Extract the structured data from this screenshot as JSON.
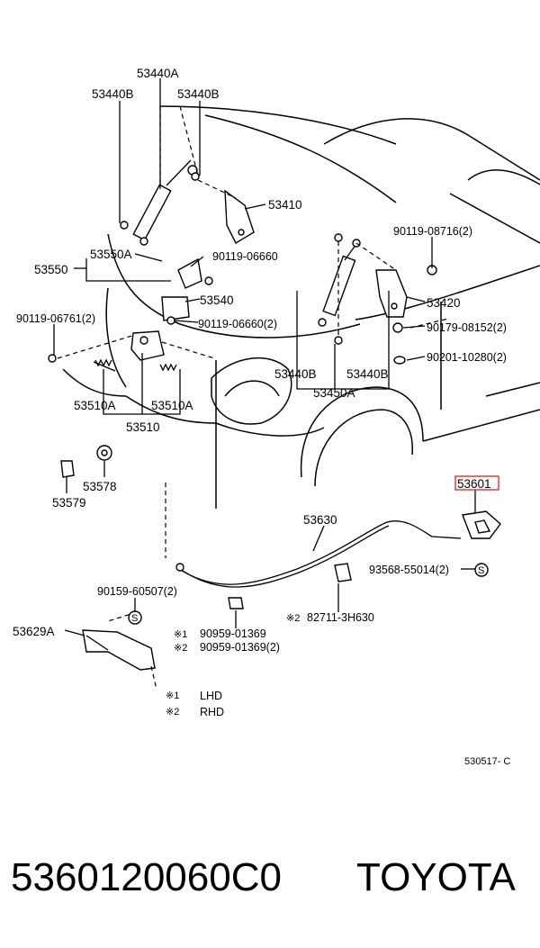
{
  "labels": {
    "l53440A": "53440A",
    "l53440B_tl": "53440B",
    "l53440B_tr": "53440B",
    "l53410": "53410",
    "l90119_08716": "90119-08716(2)",
    "l53550A": "53550A",
    "l53550": "53550",
    "l90119_06660": "90119-06660",
    "l53540": "53540",
    "l53420": "53420",
    "l90119_06761": "90119-06761(2)",
    "l90119_06660_2": "90119-06660(2)",
    "l90179_08152": "90179-08152(2)",
    "l90201_10280": "90201-10280(2)",
    "l53440B_bl": "53440B",
    "l53440B_br": "53440B",
    "l53450A": "53450A",
    "l53510A_l": "53510A",
    "l53510A_r": "53510A",
    "l53510": "53510",
    "l53578": "53578",
    "l53579": "53579",
    "l53601": "53601",
    "l53630": "53630",
    "l93568_55014": "93568-55014(2)",
    "l90159_60507": "90159-60507(2)",
    "l82711": "82711-3H630",
    "l53629A": "53629A",
    "l90959_1": "90959-01369",
    "l90959_2": "90959-01369(2)",
    "mark1": "※1",
    "mark2": "※2",
    "mark2b": "※2",
    "legend_mark1": "※1",
    "legend_lhd": "LHD",
    "legend_mark2": "※2",
    "legend_rhd": "RHD",
    "ref_code": "530517- C",
    "s_left": "S",
    "s_right": "S"
  },
  "footer": {
    "part_number": "5360120060C0",
    "brand": "TOYOTA"
  },
  "highlight_color": "#e03030"
}
